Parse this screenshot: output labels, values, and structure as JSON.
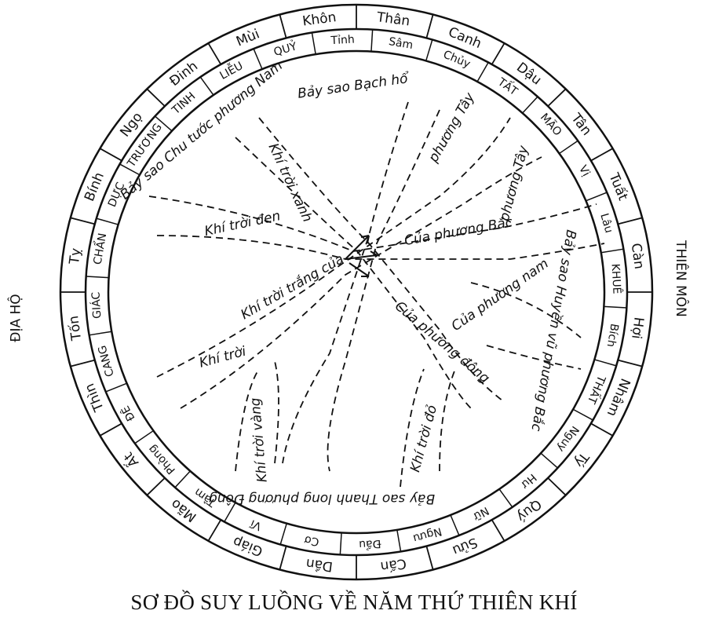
{
  "caption": "SƠ ĐỒ SUY LUỒNG VỀ NĂM THỨ THIÊN KHÍ",
  "side_labels": {
    "left": "ĐỊA HỘ",
    "right": "THIÊN MÔN"
  },
  "outer_ring": [
    "Khôn",
    "Thân",
    "Canh",
    "Dậu",
    "Tân",
    "Tuất",
    "Càn",
    "Hợi",
    "Nhâm",
    "Tý",
    "Quý",
    "Sửu",
    "Cấn",
    "Dần",
    "Giáp",
    "Mão",
    "Ất",
    "Thìn",
    "Tốn",
    "Tỵ",
    "Bính",
    "Ngọ",
    "Đinh",
    "Mùi"
  ],
  "inner_ring": [
    "Tỉnh",
    "Sâm",
    "Chủy",
    "TẤT",
    "MÃO",
    "Vị",
    "Lâu",
    "KHUÊ",
    "Bích",
    "THẤT",
    "Nguy",
    "Hư",
    "Nữ",
    "Ngưu",
    "Đẩu",
    "Cơ",
    "Vĩ",
    "Tâm",
    "Phòng",
    "ĐÊ",
    "CANG",
    "GIÁC",
    "CHẨN",
    "DỰC",
    "TRƯƠNG",
    "TINH",
    "LIỄU",
    "QUỶ"
  ],
  "bands": [
    {
      "text": "Bảy sao Bạch hổ",
      "angle": -8
    },
    {
      "text": "phương Tây",
      "angle": -60
    },
    {
      "text": "phương Tây",
      "angle": -75
    },
    {
      "text": "Khí trời xanh",
      "angle": 65
    },
    {
      "text": "Khí trời đen",
      "angle": -12
    },
    {
      "text": "Của phương Bắc",
      "angle": -10
    },
    {
      "text": "Bảy sao Chu tước phương Nam",
      "angle": -40
    },
    {
      "text": "Khí trời trắng của",
      "angle": -30
    },
    {
      "text": "Bảy sao Huyền vũ phương Bắc",
      "angle": 100
    },
    {
      "text": "Của phương nam",
      "angle": -35
    },
    {
      "text": "Của phương đông",
      "angle": 40
    },
    {
      "text": "Khí trời đỏ",
      "angle": -75
    },
    {
      "text": "Bảy sao Thanh long phương Đông",
      "angle": 180
    },
    {
      "text": "Khí trời vàng",
      "angle": -95
    },
    {
      "text": "Khí trời",
      "angle": -15
    }
  ]
}
